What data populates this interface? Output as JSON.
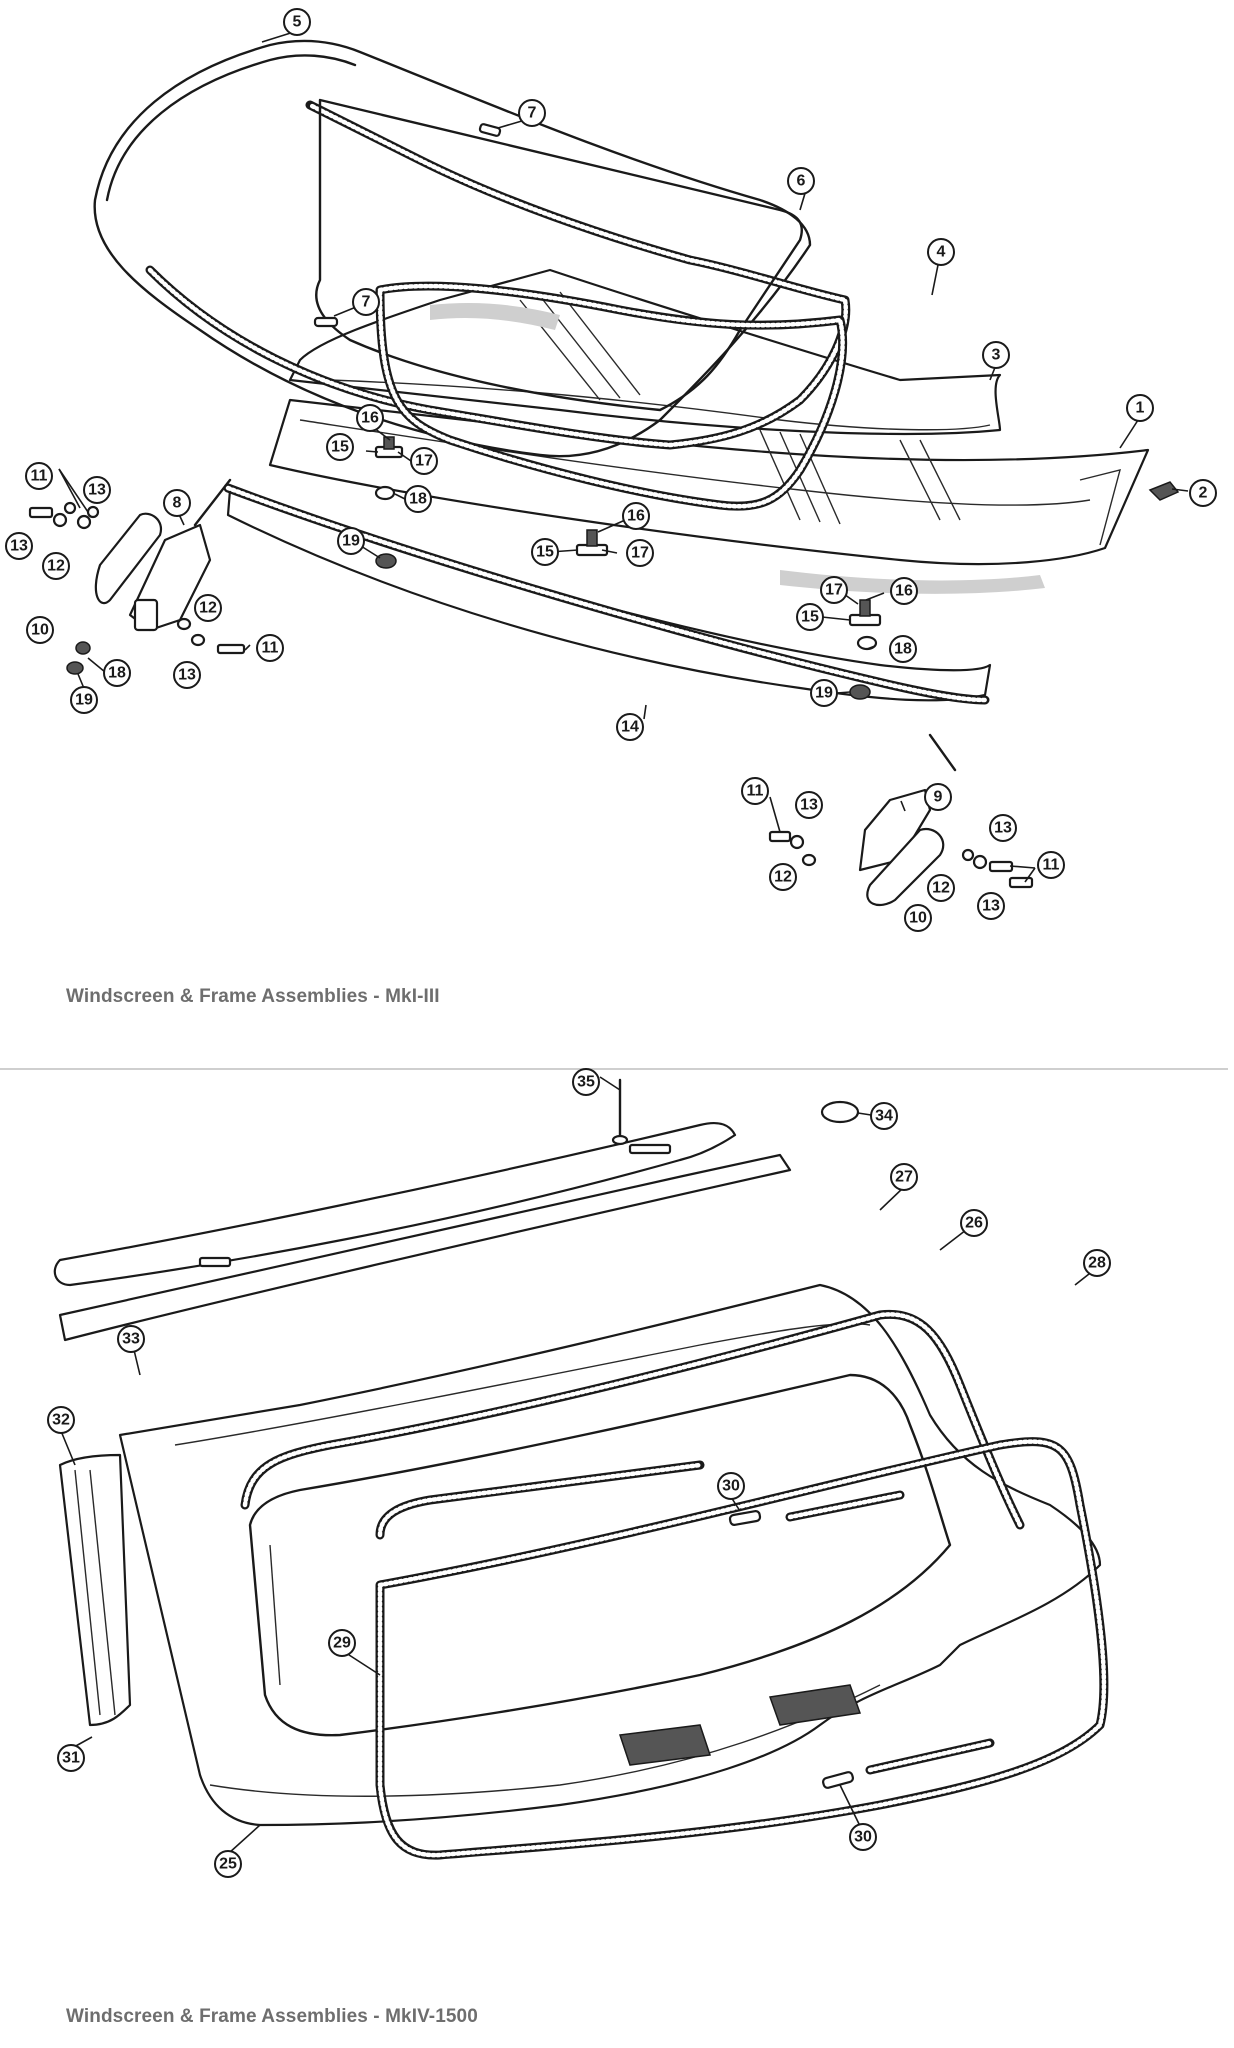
{
  "sections": [
    {
      "caption": "Windscreen & Frame Assemblies - MkI-III",
      "callouts": [
        "1",
        "2",
        "3",
        "4",
        "5",
        "6",
        "7",
        "7",
        "8",
        "9",
        "10",
        "10",
        "11",
        "11",
        "11",
        "11",
        "12",
        "12",
        "12",
        "12",
        "13",
        "13",
        "13",
        "13",
        "13",
        "13",
        "14",
        "15",
        "15",
        "15",
        "16",
        "16",
        "16",
        "17",
        "17",
        "17",
        "18",
        "18",
        "18",
        "19",
        "19",
        "19"
      ]
    },
    {
      "caption": "Windscreen & Frame Assemblies - MkIV-1500",
      "callouts": [
        "25",
        "26",
        "27",
        "28",
        "29",
        "30",
        "30",
        "31",
        "32",
        "33",
        "34",
        "35"
      ]
    }
  ]
}
